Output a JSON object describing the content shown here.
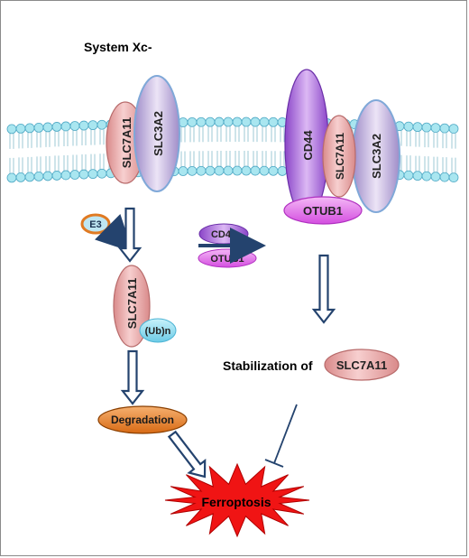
{
  "header": {
    "title": "System Xc-"
  },
  "membrane": {
    "head_color": "#a9e6f0",
    "head_stroke": "#4ea8c4",
    "tail_color": "#9cc8d6"
  },
  "left_complex": {
    "slc7a11": "SLC7A11",
    "slc3a2": "SLC3A2"
  },
  "right_complex": {
    "cd44": "CD44",
    "slc7a11": "SLC7A11",
    "slc3a2": "SLC3A2",
    "otub1": "OTUB1"
  },
  "degradation_path": {
    "e3": "E3",
    "slc7a11": "SLC7A11",
    "ubiquitin": "(Ub)n",
    "degradation": "Degradation"
  },
  "middle_path": {
    "cd44": "CD44",
    "otub1": "OTUB1"
  },
  "stabilization": {
    "text": "Stabilization of",
    "protein": "SLC7A11"
  },
  "outcome": {
    "label": "Ferroptosis"
  },
  "colors": {
    "slc7a11": "#e8a1a1",
    "slc3a2": "#b9a6d6",
    "cd44": "#a66fd6",
    "otub1": "#e070e8",
    "ub": "#7fd8ee",
    "degradation": "#e07a22",
    "e3": "#e07a22",
    "arrow": "#24436e",
    "ferroptosis": "#f01414"
  }
}
